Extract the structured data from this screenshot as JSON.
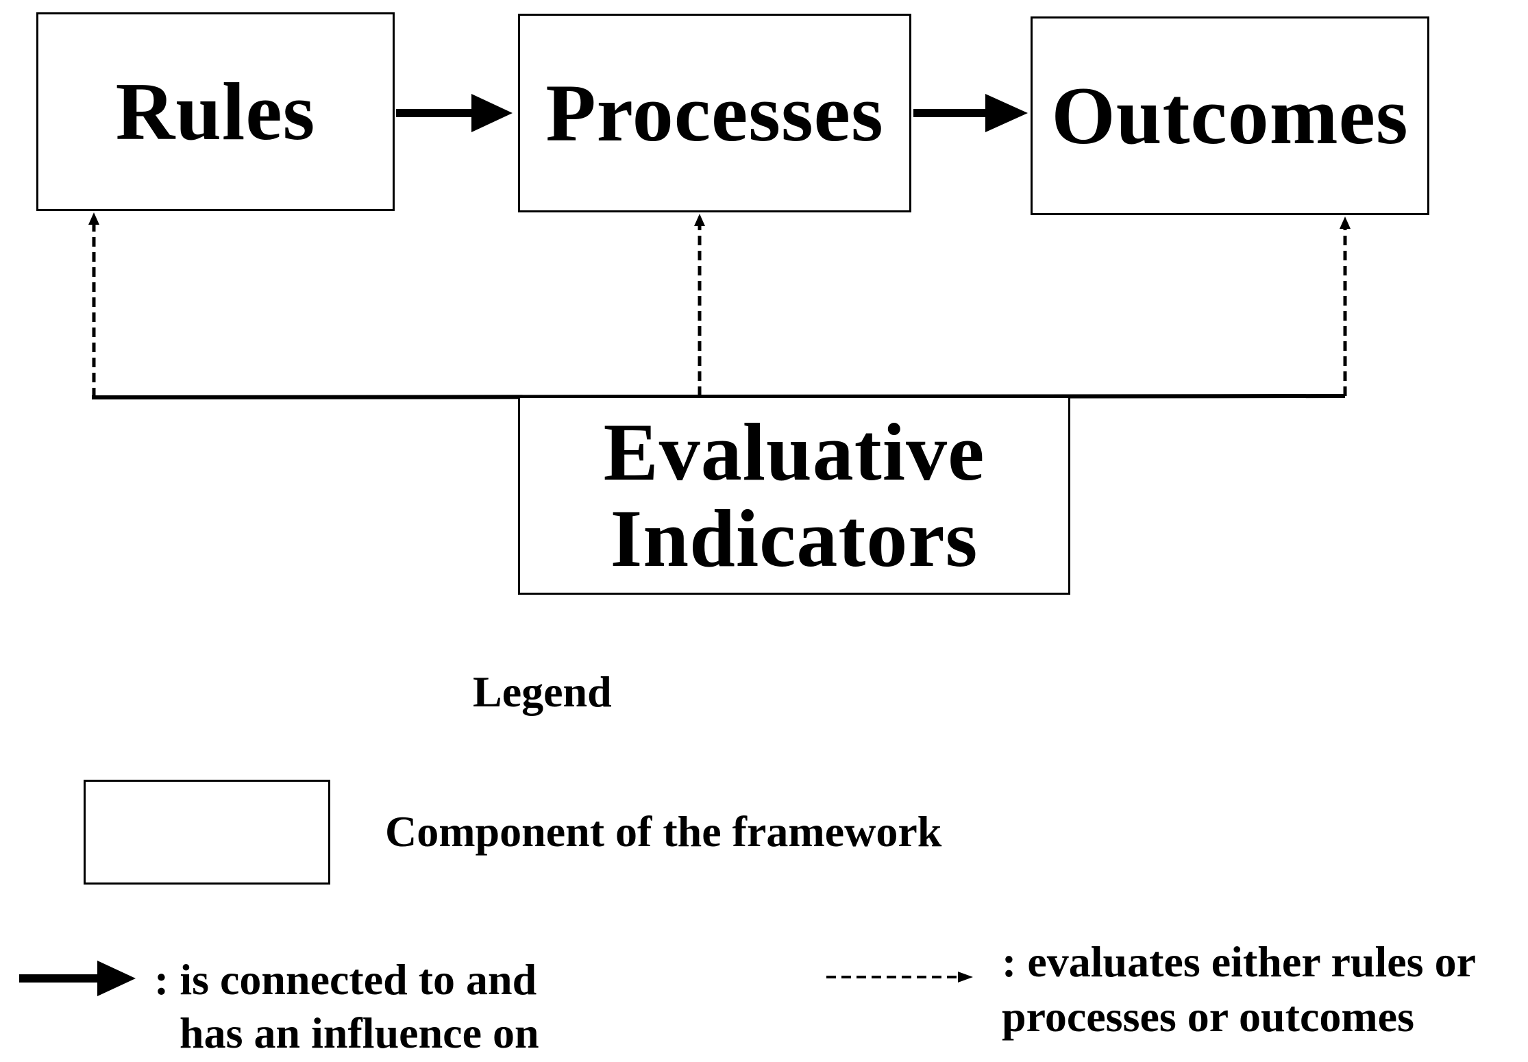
{
  "diagram": {
    "nodes": {
      "rules": "Rules",
      "processes": "Processes",
      "outcomes": "Outcomes",
      "evaluative_line1": "Evaluative",
      "evaluative_line2": "Indicators"
    },
    "edges": [
      {
        "from": "rules",
        "to": "processes",
        "style": "solid"
      },
      {
        "from": "processes",
        "to": "outcomes",
        "style": "solid"
      },
      {
        "from": "evaluative_indicators",
        "to": "rules",
        "style": "dashed"
      },
      {
        "from": "evaluative_indicators",
        "to": "processes",
        "style": "dashed"
      },
      {
        "from": "evaluative_indicators",
        "to": "outcomes",
        "style": "dashed"
      }
    ]
  },
  "legend": {
    "title": "Legend",
    "component_label": "Component of the framework",
    "solid_label_line1": ":  is connected to and",
    "solid_label_line2": "has an influence on",
    "dashed_label_line1": ": evaluates either rules or",
    "dashed_label_line2": "processes or outcomes"
  },
  "colors": {
    "stroke": "#000000",
    "background": "#ffffff"
  }
}
